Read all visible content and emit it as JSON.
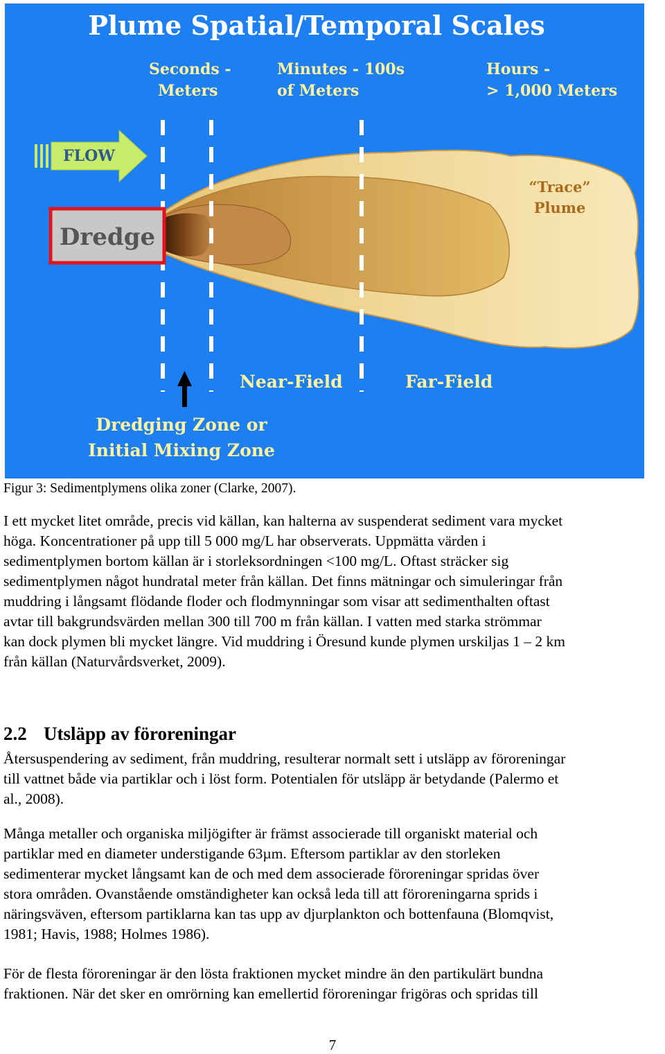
{
  "figure": {
    "title": "Plume Spatial/Temporal Scales",
    "scale_labels": [
      {
        "line1": "Seconds -",
        "line2": "Meters"
      },
      {
        "line1": "Minutes  - 100s",
        "line2": "of Meters"
      },
      {
        "line1": "Hours  -",
        "line2": "> 1,000 Meters"
      }
    ],
    "flow_label": "FLOW",
    "dredge_label": "Dredge",
    "trace_plume_line1": "“Trace”",
    "trace_plume_line2": "Plume",
    "near_field_label": "Near-Field",
    "far_field_label": "Far-Field",
    "zone_line1": "Dredging Zone or",
    "zone_line2": "Initial Mixing Zone",
    "colors": {
      "background": "#1d7ff0",
      "title_text": "#ffffff",
      "label_text": "#fff2a0",
      "dredge_border": "#e0141e",
      "dredge_fill": "#c8c8c8",
      "flow_arrow": "#c8ec6a",
      "plume_far": "#f5dfa3",
      "plume_mid": "#dcae58",
      "plume_near": "#c4894a",
      "plume_core": "#5a2e12"
    }
  },
  "caption": "Figur 3: Sedimentplymens olika zoner (Clarke, 2007).",
  "paragraph1": [
    "I ett mycket litet område, precis vid källan, kan halterna av suspenderat sediment vara mycket",
    "höga. Koncentrationer på upp till 5 000 mg/L har observerats. Uppmätta värden i",
    "sedimentplymen bortom källan är i storleksordningen <100 mg/L. Oftast sträcker sig",
    "sedimentplymen något hundratal meter från källan. Det finns mätningar och simuleringar från",
    "muddring i långsamt flödande floder och flodmynningar som visar att sedimenthalten oftast",
    "avtar till bakgrundsvärden mellan 300 till 700 m från källan. I vatten med starka strömmar",
    "kan dock plymen bli mycket längre. Vid muddring i Öresund kunde plymen urskiljas 1 – 2 km",
    "från källan (Naturvårdsverket, 2009)."
  ],
  "heading": {
    "number": "2.2",
    "title": "Utsläpp av föroreningar"
  },
  "paragraph2": [
    "Återsuspendering av sediment, från muddring, resulterar normalt sett i utsläpp av föroreningar",
    "till vattnet både via partiklar och i löst form. Potentialen för utsläpp är betydande (Palermo et",
    "al., 2008)."
  ],
  "paragraph3": [
    "Många metaller och organiska miljögifter är främst associerade till organiskt material och",
    "partiklar med en diameter understigande 63µm. Eftersom partiklar av den storleken",
    "sedimenterar mycket långsamt kan de och med dem associerade föroreningar spridas över",
    "stora områden. Ovanstående omständigheter kan också leda till att föroreningarna sprids i",
    "näringsväven, eftersom partiklarna kan tas upp av djurplankton och bottenfauna (Blomqvist,",
    "1981; Havis, 1988; Holmes 1986)."
  ],
  "paragraph4": [
    "För de flesta föroreningar är den lösta fraktionen mycket mindre än den partikulärt bundna",
    "fraktionen. När det sker en omrörning kan emellertid föroreningar frigöras och spridas till"
  ],
  "page_number": "7"
}
